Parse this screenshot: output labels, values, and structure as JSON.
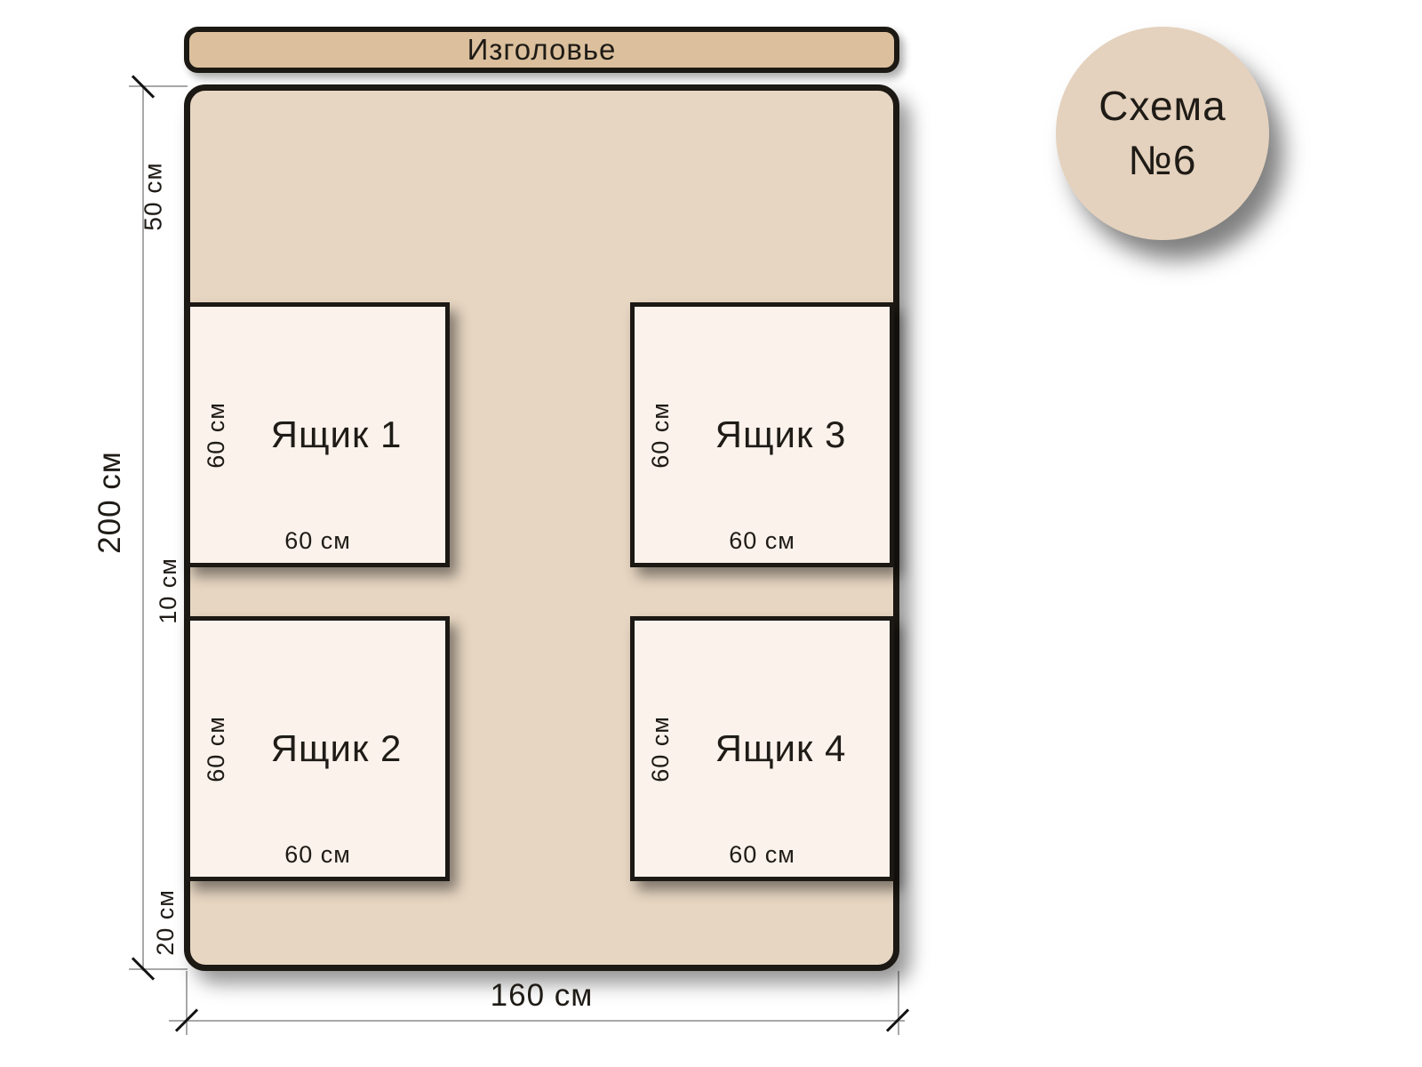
{
  "badge": {
    "title": "Схема",
    "number": "№6"
  },
  "headboard": {
    "label": "Изголовье"
  },
  "dimensions": {
    "total_height": "200 см",
    "total_width": "160 см",
    "head_offset": "50 см",
    "drawer_gap": "10 см",
    "foot_offset": "20 см"
  },
  "drawers": [
    {
      "label": "Ящик 1",
      "height_label": "60 см",
      "width_label": "60 см"
    },
    {
      "label": "Ящик 2",
      "height_label": "60 см",
      "width_label": "60 см"
    },
    {
      "label": "Ящик 3",
      "height_label": "60 см",
      "width_label": "60 см"
    },
    {
      "label": "Ящик 4",
      "height_label": "60 см",
      "width_label": "60 см"
    }
  ],
  "colors": {
    "headboard_fill": "#dcc09d",
    "bed_fill": "#e7d6c2",
    "drawer_fill": "#faf2eb",
    "badge_fill": "#e4d2be",
    "outline": "#1c1813",
    "dimension_line": "#a8a8a8",
    "text": "#1f1b16"
  }
}
